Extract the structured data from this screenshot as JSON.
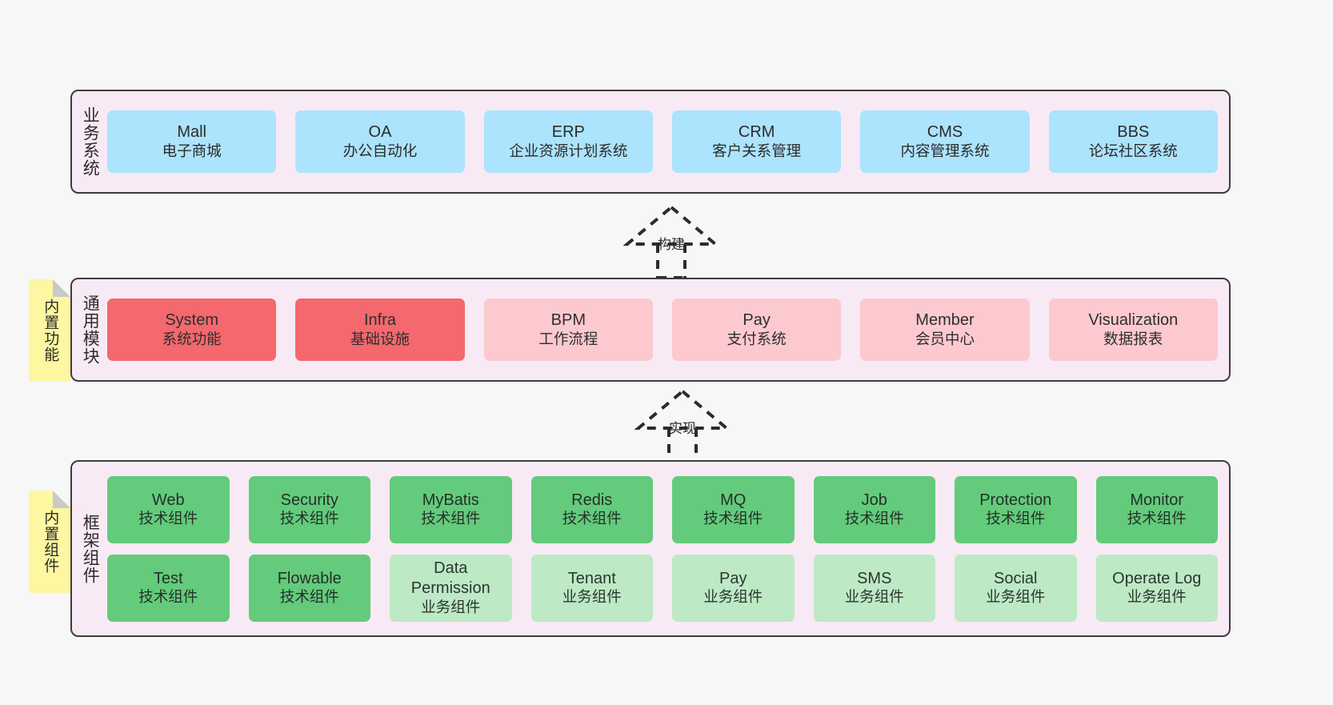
{
  "diagram": {
    "title_text": "",
    "colors": {
      "panel_bg": "#f8eaf4",
      "panel_border": "#3d3d3d",
      "business": "#ace3fd",
      "core_module": "#f4686e",
      "module": "#fcc9cf",
      "tech_component": "#63cb7b",
      "business_component": "#bde9c5",
      "note": "#fcf7a0",
      "page_bg": "#f7f7f7"
    }
  },
  "layers": [
    {
      "id": "business",
      "title": "业务系统",
      "rows": [
        {
          "items": [
            {
              "name": "Mall",
              "desc": "电子商城",
              "style": "c-blue"
            },
            {
              "name": "OA",
              "desc": "办公自动化",
              "style": "c-blue"
            },
            {
              "name": "ERP",
              "desc": "企业资源计划系统",
              "style": "c-blue"
            },
            {
              "name": "CRM",
              "desc": "客户关系管理",
              "style": "c-blue"
            },
            {
              "name": "CMS",
              "desc": "内容管理系统",
              "style": "c-blue"
            },
            {
              "name": "BBS",
              "desc": "论坛社区系统",
              "style": "c-blue"
            }
          ]
        }
      ]
    },
    {
      "id": "common",
      "title": "通用模块",
      "rows": [
        {
          "items": [
            {
              "name": "System",
              "desc": "系统功能",
              "style": "c-red"
            },
            {
              "name": "Infra",
              "desc": "基础设施",
              "style": "c-red"
            },
            {
              "name": "BPM",
              "desc": "工作流程",
              "style": "c-pink"
            },
            {
              "name": "Pay",
              "desc": "支付系统",
              "style": "c-pink"
            },
            {
              "name": "Member",
              "desc": "会员中心",
              "style": "c-pink"
            },
            {
              "name": "Visualization",
              "desc": "数据报表",
              "style": "c-pink"
            }
          ]
        }
      ]
    },
    {
      "id": "framework",
      "title": "框架组件",
      "rows": [
        {
          "items": [
            {
              "name": "Web",
              "desc": "技术组件",
              "style": "c-green"
            },
            {
              "name": "Security",
              "desc": "技术组件",
              "style": "c-green"
            },
            {
              "name": "MyBatis",
              "desc": "技术组件",
              "style": "c-green"
            },
            {
              "name": "Redis",
              "desc": "技术组件",
              "style": "c-green"
            },
            {
              "name": "MQ",
              "desc": "技术组件",
              "style": "c-green"
            },
            {
              "name": "Job",
              "desc": "技术组件",
              "style": "c-green"
            },
            {
              "name": "Protection",
              "desc": "技术组件",
              "style": "c-green"
            },
            {
              "name": "Monitor",
              "desc": "技术组件",
              "style": "c-green"
            }
          ]
        },
        {
          "items": [
            {
              "name": "Test",
              "desc": "技术组件",
              "style": "c-green"
            },
            {
              "name": "Flowable",
              "desc": "技术组件",
              "style": "c-green"
            },
            {
              "name": "Data Permission",
              "desc": "业务组件",
              "style": "c-lightgreen"
            },
            {
              "name": "Tenant",
              "desc": "业务组件",
              "style": "c-lightgreen"
            },
            {
              "name": "Pay",
              "desc": "业务组件",
              "style": "c-lightgreen"
            },
            {
              "name": "SMS",
              "desc": "业务组件",
              "style": "c-lightgreen"
            },
            {
              "name": "Social",
              "desc": "业务组件",
              "style": "c-lightgreen"
            },
            {
              "name": "Operate Log",
              "desc": "业务组件",
              "style": "c-lightgreen"
            }
          ]
        }
      ]
    }
  ],
  "connectors": [
    {
      "id": "build",
      "label": "构建",
      "from": "common",
      "to": "business",
      "style": "dashed-generalization"
    },
    {
      "id": "implement",
      "label": "实现",
      "from": "framework",
      "to": "common",
      "style": "dashed-generalization"
    }
  ],
  "notes": [
    {
      "id": "builtin-func",
      "text": "内置功能"
    },
    {
      "id": "builtin-comp",
      "text": "内置组件"
    }
  ]
}
